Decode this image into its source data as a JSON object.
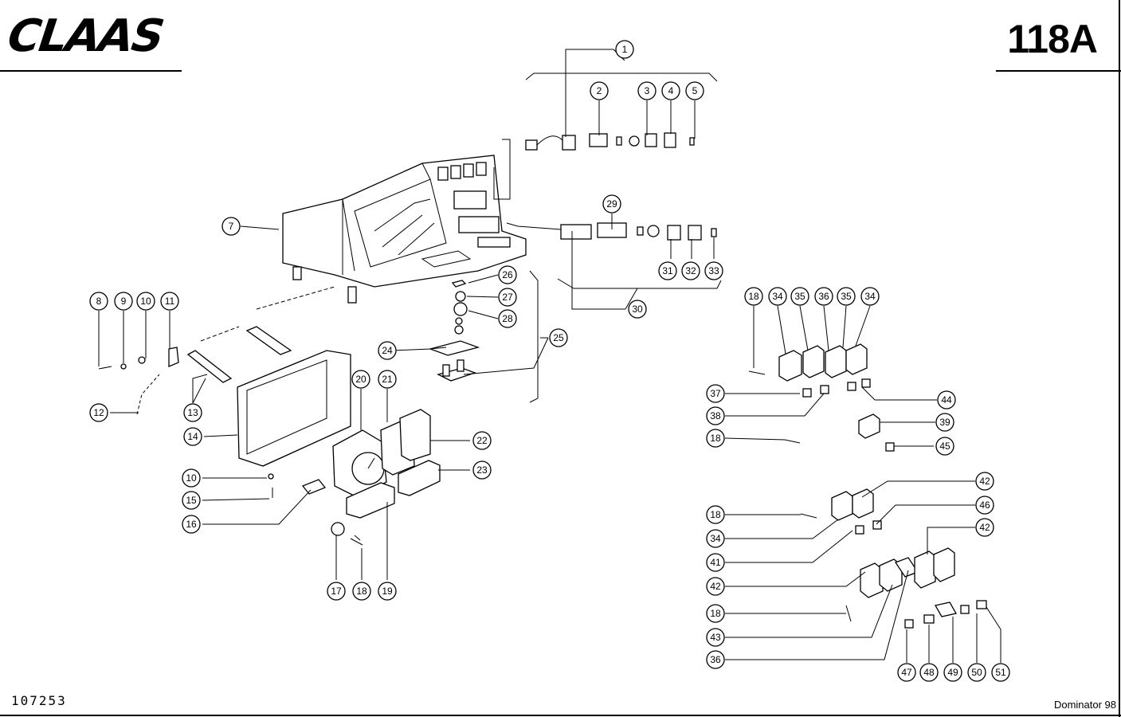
{
  "header": {
    "brand": "CLAAS",
    "page_code": "118A"
  },
  "footer": {
    "drawing_number": "107253",
    "model": "Dominator 98"
  },
  "callouts": [
    "1",
    "2",
    "3",
    "4",
    "5",
    "7",
    "29",
    "31",
    "32",
    "33",
    "30",
    "26",
    "27",
    "28",
    "24",
    "25",
    "8",
    "9",
    "10",
    "11",
    "12",
    "13",
    "14",
    "20",
    "21",
    "22",
    "23",
    "10",
    "15",
    "16",
    "17",
    "18",
    "19",
    "18",
    "34",
    "35",
    "36",
    "35",
    "34",
    "37",
    "38",
    "44",
    "39",
    "18",
    "45",
    "42",
    "18",
    "46",
    "34",
    "42",
    "41",
    "42",
    "18",
    "43",
    "36",
    "47",
    "48",
    "49",
    "50",
    "51"
  ]
}
